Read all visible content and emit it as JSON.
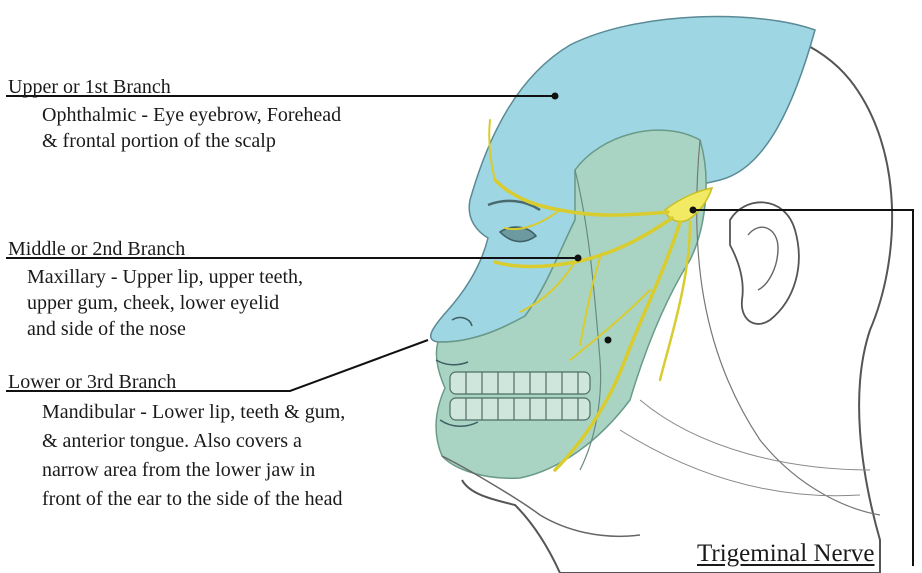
{
  "diagram": {
    "title": "Trigeminal Nerve",
    "colors": {
      "ophthalmic": "#9fd6e3",
      "maxillary_mandibular": "#a9d4c4",
      "nerve": "#f3ea64",
      "outline": "#555555",
      "leader_line": "#111111"
    },
    "branches": [
      {
        "title": "Upper or 1st Branch",
        "desc_lines": [
          "Ophthalmic - Eye eyebrow, Forehead",
          "& frontal portion  of the scalp"
        ]
      },
      {
        "title": "Middle or 2nd Branch",
        "desc_lines": [
          "Maxillary - Upper lip, upper teeth,",
          "upper gum, cheek, lower eyelid",
          "and side of the nose"
        ]
      },
      {
        "title": "Lower or 3rd Branch",
        "desc_lines": [
          "Mandibular - Lower lip, teeth & gum,",
          "& anterior tongue. Also covers a",
          "narrow area from the lower jaw in",
          "front of the ear to the side of the head"
        ]
      }
    ]
  }
}
